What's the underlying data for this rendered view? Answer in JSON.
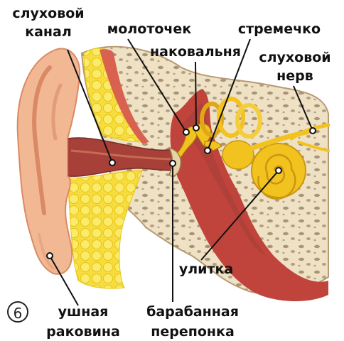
{
  "figure_number": "6",
  "labels": {
    "ear_canal": [
      "слуховой",
      "канал"
    ],
    "hammer": "молоточек",
    "stirrup": "стремечко",
    "anvil": "наковальня",
    "auditory_nerve": [
      "слуховой",
      "нерв"
    ],
    "cochlea": "улитка",
    "outer_ear": [
      "ушная",
      "раковина"
    ],
    "eardrum": [
      "барабанная",
      "перепонка"
    ]
  },
  "colors": {
    "skin": "#f2b894",
    "skin_dark": "#d98a64",
    "canal": "#a8403a",
    "fat": "#f6dc3c",
    "bone": "#efe1c4",
    "bone_pores": "#8c7358",
    "muscle": "#c0443b",
    "inner_ear": "#f2c21f",
    "leader_line": "#111111"
  }
}
